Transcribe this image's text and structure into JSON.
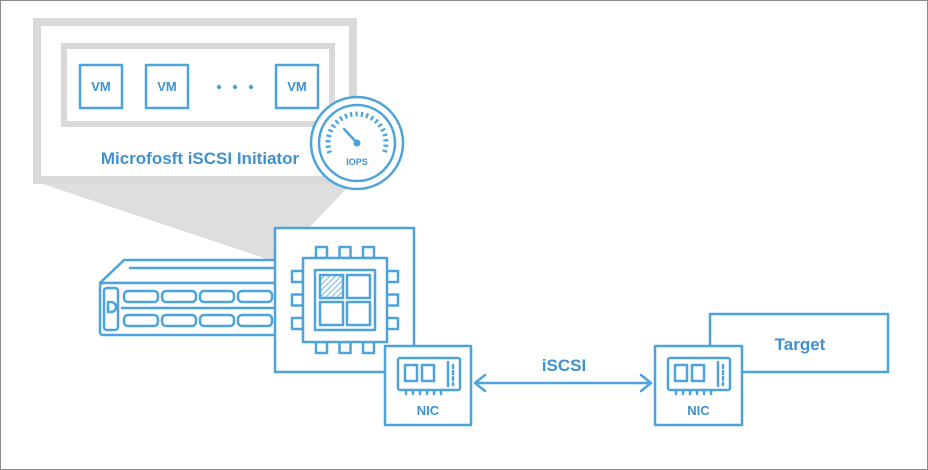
{
  "colors": {
    "accent": "#4da3dc",
    "label_text": "#3f92cf",
    "callout_gray": "#d9d9d9"
  },
  "initiator": {
    "vms": [
      "VM",
      "VM",
      "VM"
    ],
    "title": "Microfosft iSCSI Initiator",
    "gauge": {
      "label": "IOPS",
      "icon": "gauge-icon"
    }
  },
  "host": {
    "server_icon": "server-icon",
    "cpu_icon": "cpu-icon",
    "nic": {
      "label": "NIC",
      "icon": "nic-card-icon"
    }
  },
  "link": {
    "label": "iSCSI"
  },
  "target": {
    "title": "Target",
    "nic": {
      "label": "NIC",
      "icon": "nic-card-icon"
    }
  }
}
